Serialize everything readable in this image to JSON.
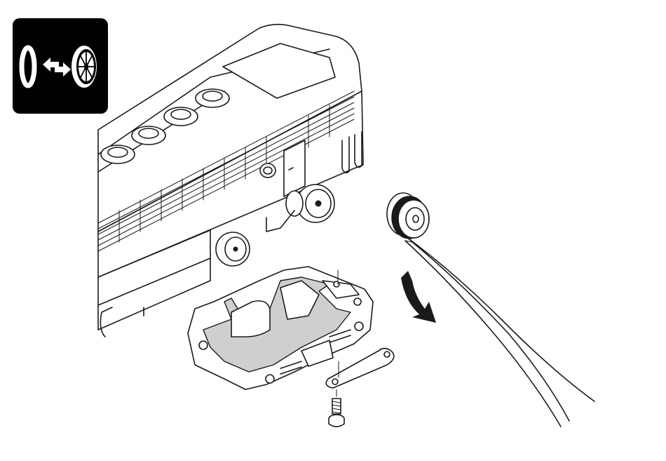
{
  "diagram": {
    "badge_icon": "tire-swap-icon",
    "parts": {
      "locomotive": "locomotive-shell",
      "bogie": "bogie-frame",
      "wheel": "traction-tire-wheel",
      "tweezers": "tweezers",
      "plate": "contact-plate",
      "screw": "screw",
      "arrow": "curved-arrow"
    },
    "colors": {
      "ink": "#1a1a1a",
      "badge_bg": "#000000",
      "shade": "#cfcfcf",
      "paper": "#ffffff"
    }
  }
}
